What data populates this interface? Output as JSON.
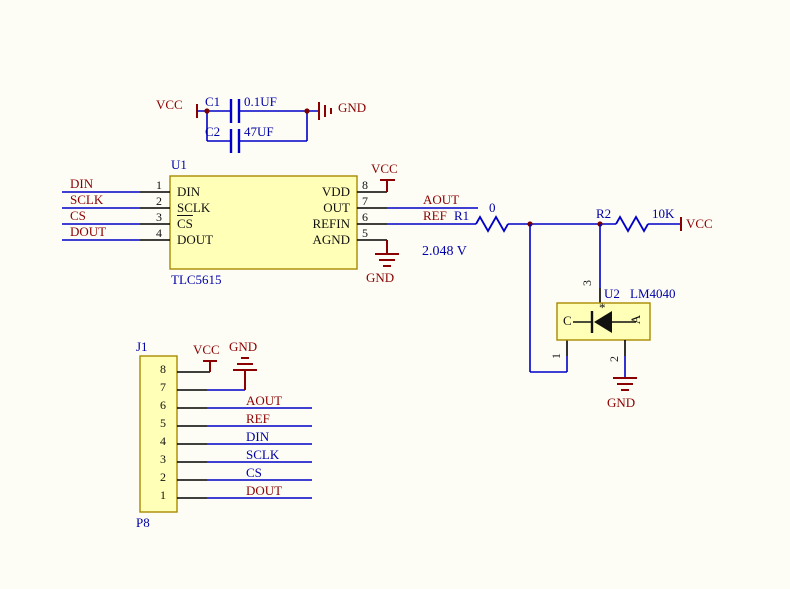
{
  "colors": {
    "wire_blue": "#0000C8",
    "annotation_blue": "#0000A8",
    "net_label_maroon": "#8B0000",
    "component_fill": "#FFFFB8",
    "component_border": "#A88A00",
    "background": "#FDFDF6"
  },
  "decoupling": {
    "vcc": "VCC",
    "gnd": "GND",
    "caps": [
      {
        "designator": "C1",
        "value": "0.1UF"
      },
      {
        "designator": "C2",
        "value": "47UF"
      }
    ]
  },
  "u1": {
    "designator": "U1",
    "part": "TLC5615",
    "left_pins": [
      {
        "number": "1",
        "name": "DIN",
        "net": "DIN"
      },
      {
        "number": "2",
        "name": "SCLK",
        "net": "SCLK"
      },
      {
        "number": "3",
        "name": "CS",
        "net": "CS"
      },
      {
        "number": "4",
        "name": "DOUT",
        "net": "DOUT"
      }
    ],
    "right_pins": [
      {
        "number": "8",
        "name": "VDD",
        "net": "VCC"
      },
      {
        "number": "7",
        "name": "OUT",
        "net": "AOUT"
      },
      {
        "number": "6",
        "name": "REFIN",
        "net": "REF"
      },
      {
        "number": "5",
        "name": "AGND",
        "net": "GND"
      }
    ],
    "ref_voltage": "2.048 V"
  },
  "r1": {
    "designator": "R1",
    "value": "0"
  },
  "r2": {
    "designator": "R2",
    "value": "10K",
    "pullup_net": "VCC"
  },
  "u2": {
    "designator": "U2",
    "part": "LM4040",
    "pin_top": "3",
    "pin_bottom_left": "1",
    "pin_bottom_right": "2",
    "cathode": "C",
    "anode": "A",
    "polarity_mark": "*",
    "gnd": "GND"
  },
  "j1": {
    "designator": "J1",
    "part": "P8",
    "pin_numbers": [
      "8",
      "7",
      "6",
      "5",
      "4",
      "3",
      "2",
      "1"
    ],
    "vcc": "VCC",
    "gnd": "GND",
    "nets": [
      {
        "label": "AOUT"
      },
      {
        "label": "REF"
      },
      {
        "label": "DIN"
      },
      {
        "label": "SCLK"
      },
      {
        "label": "CS"
      },
      {
        "label": "DOUT"
      }
    ]
  }
}
